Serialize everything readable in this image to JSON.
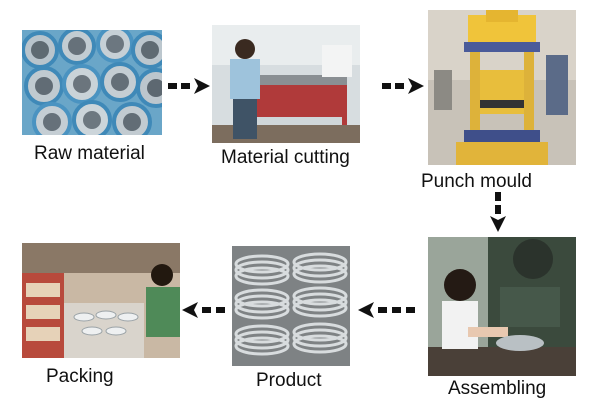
{
  "steps": [
    {
      "label": "Raw material",
      "photo": "aluminum-coils-photo"
    },
    {
      "label": "Material cutting",
      "photo": "cutting-machine-photo"
    },
    {
      "label": "Punch mould",
      "photo": "hydraulic-press-photo"
    },
    {
      "label": "Assembling",
      "photo": "assembly-worker-photo"
    },
    {
      "label": "Product",
      "photo": "stacked-rings-photo"
    },
    {
      "label": "Packing",
      "photo": "packing-workshop-photo"
    }
  ],
  "arrow_color": "#111111"
}
